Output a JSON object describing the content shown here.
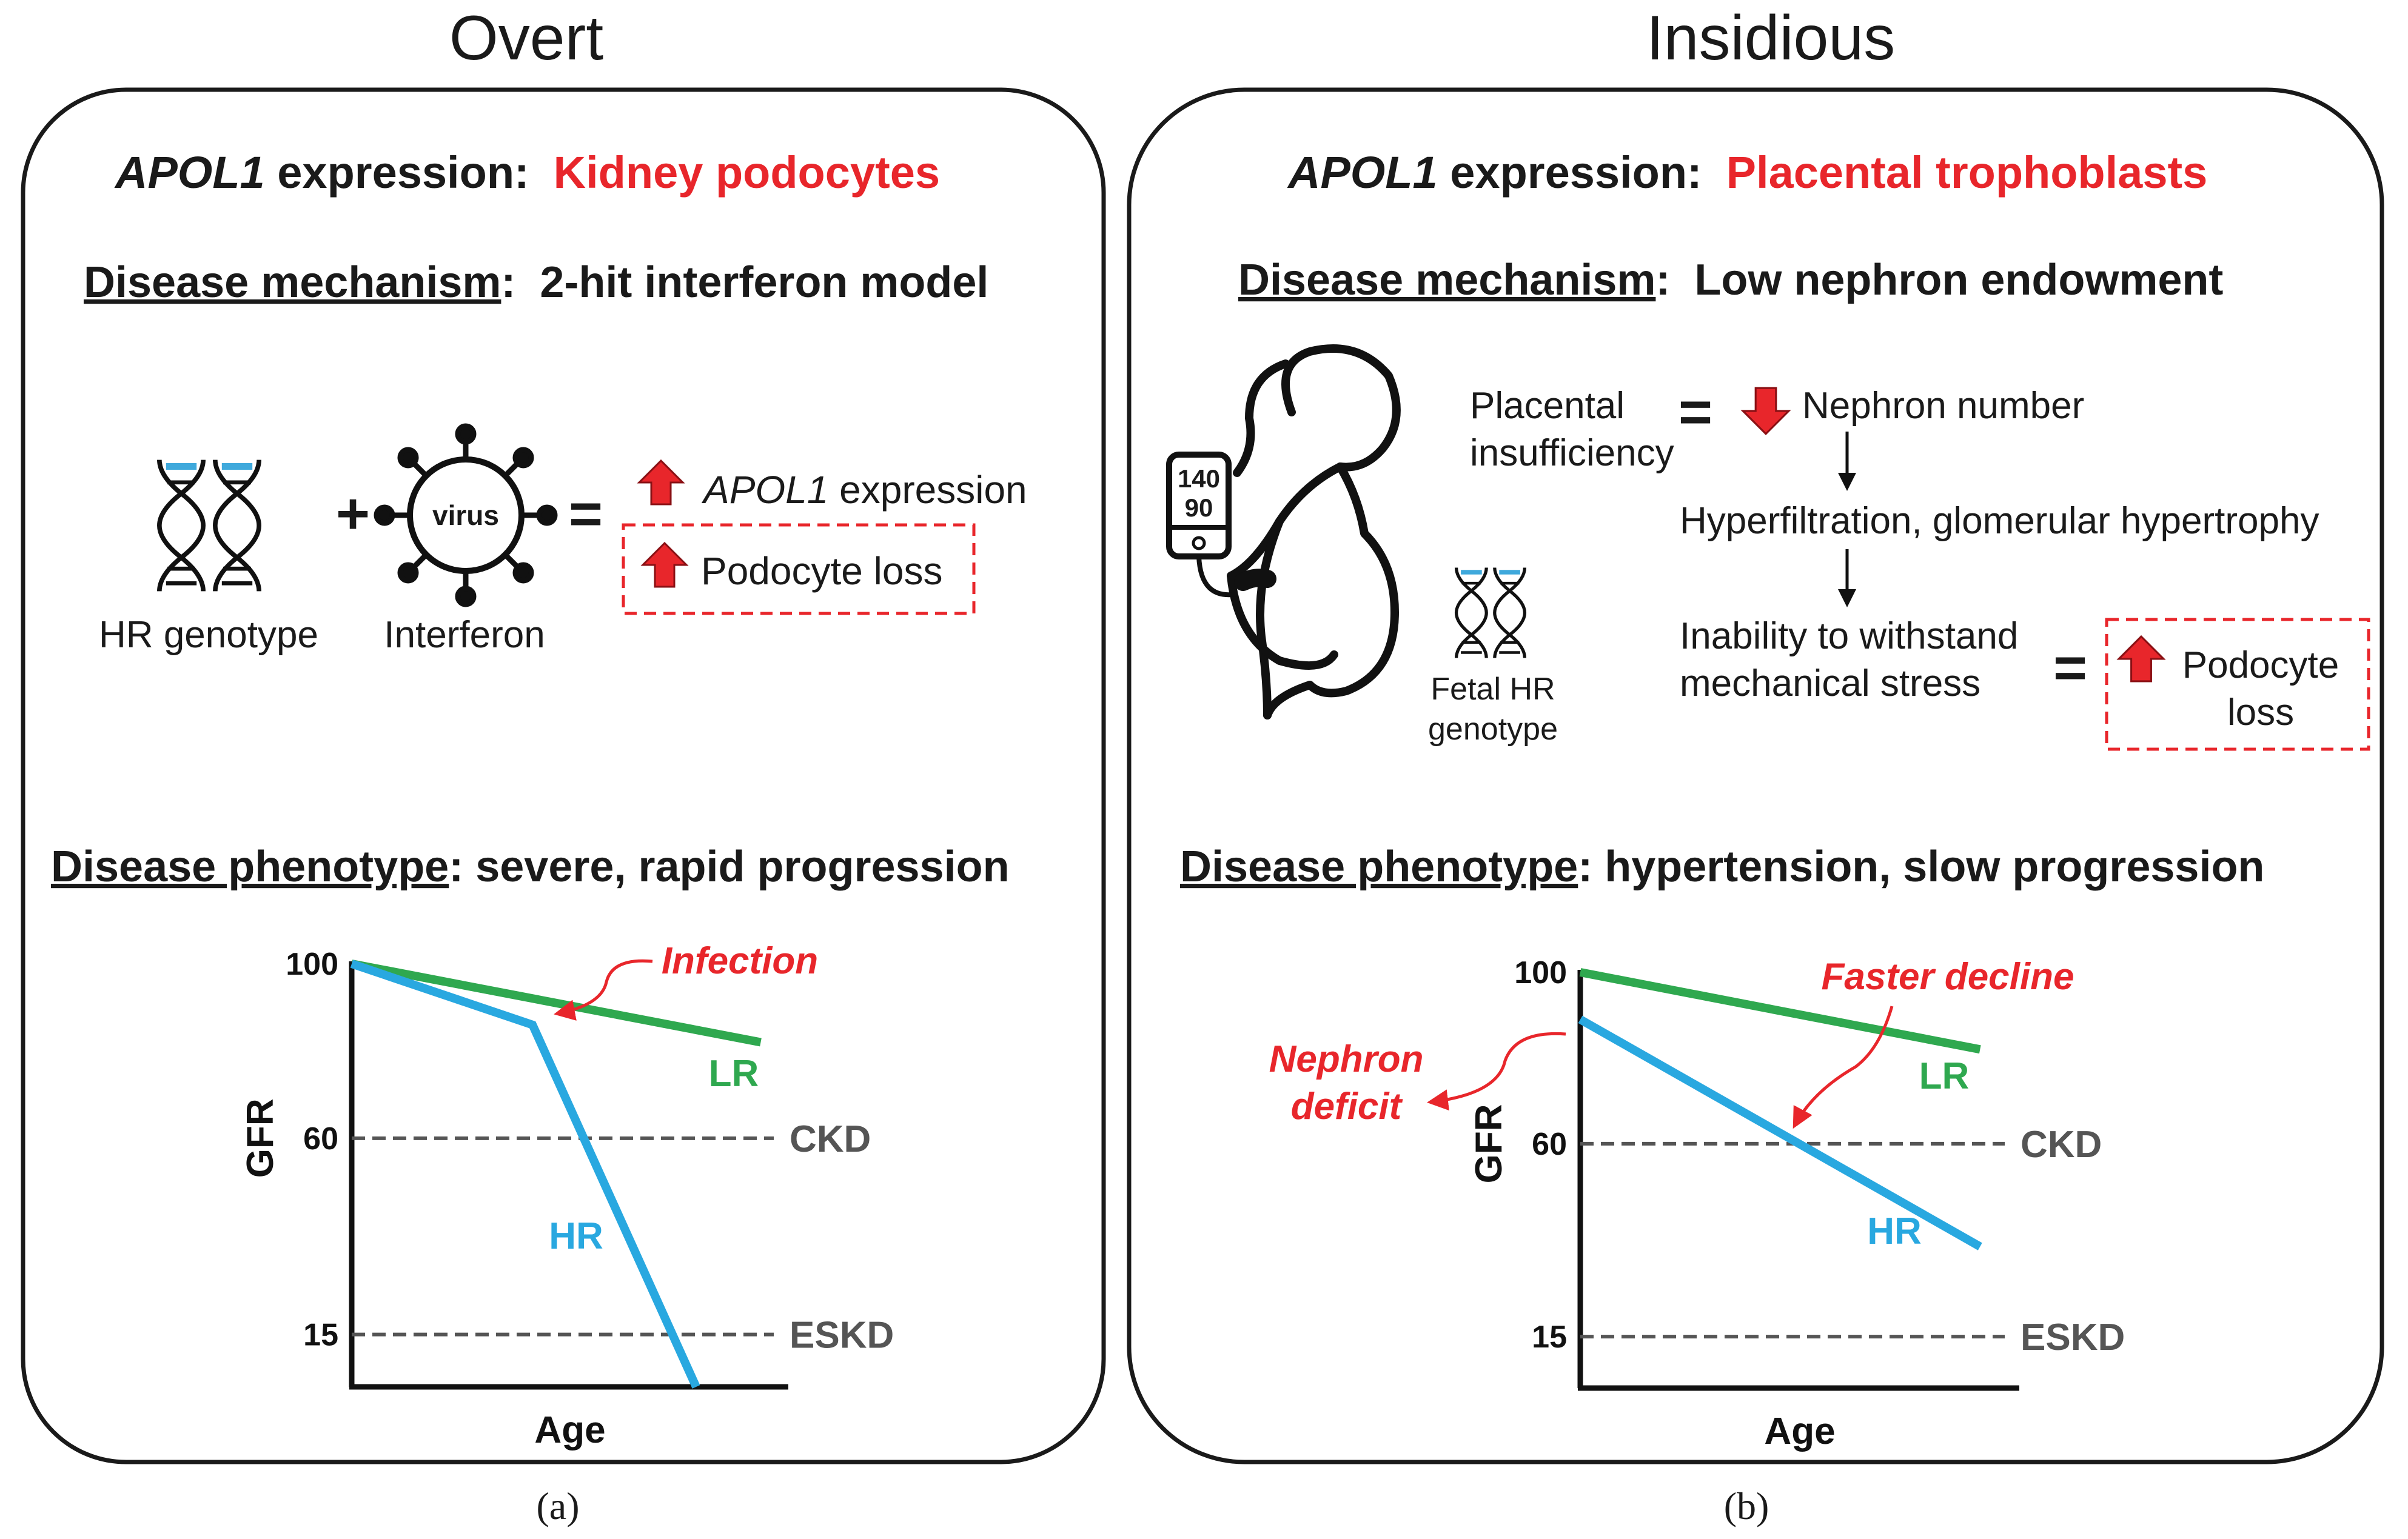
{
  "panel_a": {
    "heading": "Overt",
    "expression_prefix": "APOL1",
    "expression_suffix": " expression:",
    "expression_site": "Kidney podocytes",
    "mechanism_label": "Disease mechanism",
    "mechanism_value": "2-hit interferon model",
    "hr_genotype_label": "HR genotype",
    "virus_label": "virus",
    "interferon_label": "Interferon",
    "plus": "+",
    "equals": "=",
    "result_expression_prefix": "APOL1",
    "result_expression_suffix": " expression",
    "result_loss": "Podocyte loss",
    "phenotype_label": "Disease phenotype",
    "phenotype_value": ": severe, rapid progression",
    "caption": "(a)"
  },
  "panel_b": {
    "heading": "Insidious",
    "expression_prefix": "APOL1",
    "expression_suffix": " expression:",
    "expression_site": "Placental trophoblasts",
    "mechanism_label": "Disease mechanism",
    "mechanism_value": "Low nephron endowment",
    "bp_top": "140",
    "bp_bottom": "90",
    "fetal_line1": "Fetal HR",
    "fetal_line2": "genotype",
    "placental_line1": "Placental",
    "placental_line2": "insufficiency",
    "equals": "=",
    "nephron_number": "Nephron number",
    "hyperfiltration": "Hyperfiltration, glomerular hypertrophy",
    "inability_line1": "Inability to withstand",
    "inability_line2": "mechanical stress",
    "podocyte_line1": "Podocyte",
    "podocyte_line2": "loss",
    "phenotype_label": "Disease phenotype",
    "phenotype_value": ": hypertension, slow progression",
    "caption": "(b)"
  },
  "colors": {
    "accent_red": "#e8262b",
    "hr_blue": "#29a8e0",
    "lr_green": "#2fa84f",
    "threshold_grey": "#555555",
    "dna_blue": "#3fa9dc"
  },
  "chart_data": [
    {
      "type": "line",
      "title": "",
      "xlabel": "Age",
      "ylabel": "GFR",
      "yticks": [
        "100",
        "60",
        "15"
      ],
      "ylim": [
        3,
        100
      ],
      "xlim": [
        0,
        1
      ],
      "series": [
        {
          "name": "LR",
          "x": [
            0,
            0.95
          ],
          "y": [
            100,
            82
          ]
        },
        {
          "name": "HR",
          "x": [
            0,
            0.42,
            0.8
          ],
          "y": [
            100,
            86,
            3
          ]
        }
      ],
      "thresholds": [
        {
          "name": "CKD",
          "y": 60
        },
        {
          "name": "ESKD",
          "y": 15
        }
      ],
      "annotations": [
        {
          "text": "Infection",
          "x": 0.42,
          "y": 86
        }
      ]
    },
    {
      "type": "line",
      "title": "",
      "xlabel": "Age",
      "ylabel": "GFR",
      "yticks": [
        "100",
        "60",
        "15"
      ],
      "ylim": [
        3,
        100
      ],
      "xlim": [
        0,
        1
      ],
      "series": [
        {
          "name": "LR",
          "x": [
            0,
            0.95
          ],
          "y": [
            100,
            82
          ]
        },
        {
          "name": "HR",
          "x": [
            0,
            0.95
          ],
          "y": [
            89,
            36
          ]
        }
      ],
      "thresholds": [
        {
          "name": "CKD",
          "y": 60
        },
        {
          "name": "ESKD",
          "y": 15
        }
      ],
      "annotations": [
        {
          "text": "Nephron",
          "x": 0,
          "y": 89
        },
        {
          "text": "deficit",
          "x": 0,
          "y": 89
        },
        {
          "text": "Faster decline",
          "x": 0.55,
          "y": 60
        }
      ]
    }
  ]
}
